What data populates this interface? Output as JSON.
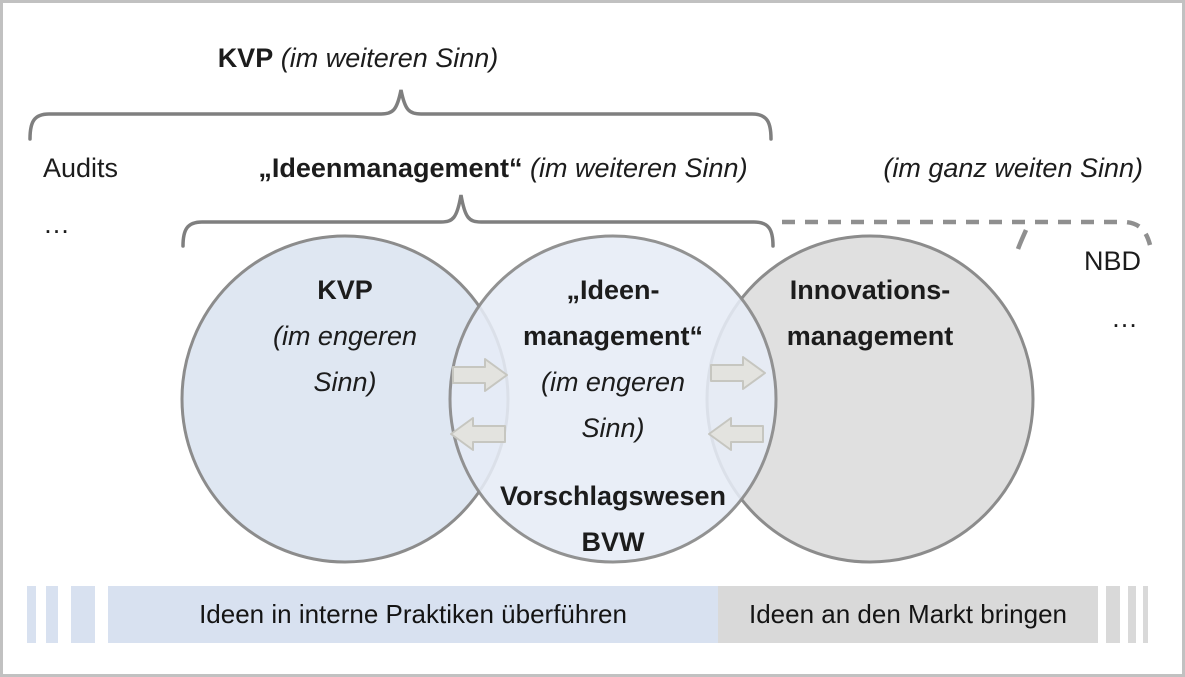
{
  "title_row": {
    "kvp_bold": "KVP",
    "kvp_qualifier": "(im weiteren Sinn)"
  },
  "row2": {
    "audits": "Audits",
    "ellipsis": "…",
    "ideen_bold": "„Ideenmanagement“",
    "ideen_qualifier": "(im weiteren Sinn)",
    "ganz_weit_qualifier": "(im ganz weiten Sinn)"
  },
  "right_side": {
    "nbd": "NBD",
    "ellipsis": "…"
  },
  "circles": {
    "kvp": {
      "title": "KVP",
      "sub1": "(im engeren",
      "sub2": "Sinn)"
    },
    "ideen": {
      "title1": "„Ideen-",
      "title2": "management“",
      "sub1": "(im engeren",
      "sub2": "Sinn)",
      "bottom1": "Vorschlagswesen",
      "bottom2": "BVW"
    },
    "innovation": {
      "title1": "Innovations-",
      "title2": "management"
    }
  },
  "bottom": {
    "internal_label": "Ideen in interne Praktiken überführen",
    "market_label": "Ideen an den Markt bringen"
  },
  "colors": {
    "circle_blue": "#dfe7f2",
    "circle_blue_mid": "#e2e9f3",
    "circle_gray": "#e0e0e0",
    "bar_blue": "#d8e1f0",
    "bar_gray": "#d9d9d9",
    "stroke_gray": "#8c8c8c",
    "brace_gray": "#7f7f7f",
    "arrow_fill": "#e3e3df",
    "frame_border": "#c1c1c1"
  }
}
